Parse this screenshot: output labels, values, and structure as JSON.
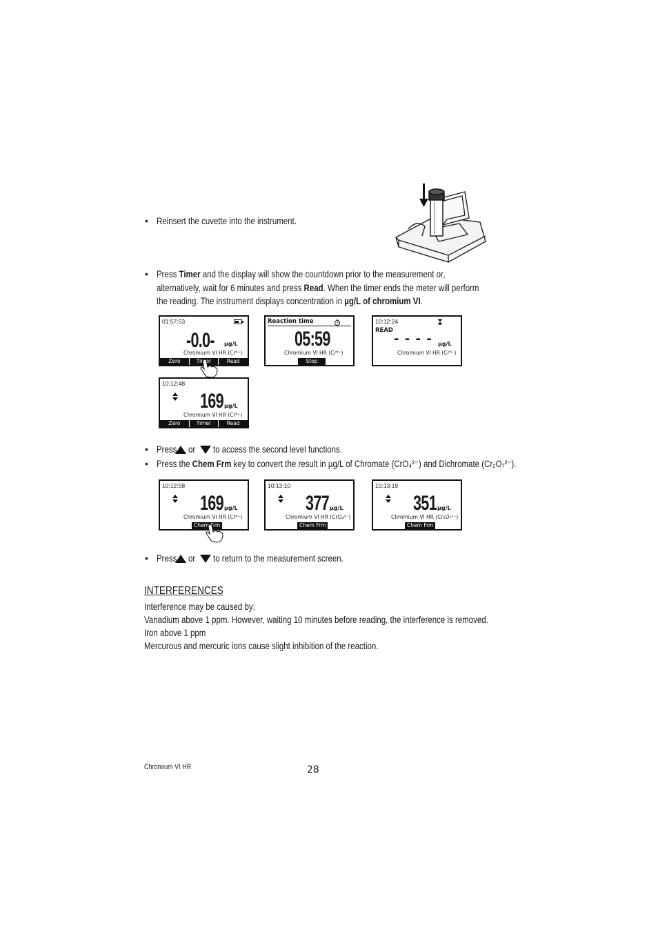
{
  "step1": {
    "bullet": "•",
    "text": "Reinsert the cuvette into the instrument."
  },
  "step2": {
    "bullet": "•",
    "parts": [
      "Press ",
      "Timer",
      " and the display will show the countdown prior to the measurement or, alternatively, wait for 6 minutes and press ",
      "Read",
      ". When the timer ends the meter will perform the reading. The instrument displays concentration in ",
      "µg/L of chromium VI",
      "."
    ]
  },
  "screens": {
    "s1": {
      "time": "01:57:53",
      "value": "-0.0-",
      "unit": "µg/L",
      "method": "Chromium VI HR (Cr⁶⁺)",
      "keys": [
        "Zero",
        "Timer",
        "Read"
      ]
    },
    "s2": {
      "title": "Reaction time",
      "value": "05:59",
      "method": "Chromium VI HR (Cr⁶⁺)",
      "key": "Stop"
    },
    "s3": {
      "time": "10:12:24",
      "status": "READ",
      "value": "- - - -",
      "unit": "µg/L",
      "method": "Chromium VI HR (Cr⁶⁺)"
    },
    "s4": {
      "time": "10:12:48",
      "value": "169",
      "unit": "µg/L",
      "method": "Chromium VI HR (Cr⁶⁺)",
      "keys": [
        "Zero",
        "Timer",
        "Read"
      ]
    },
    "s5": {
      "time": "10:12:58",
      "value": "169",
      "unit": "µg/L",
      "method": "Chromium VI HR (Cr⁶⁺)",
      "key": "Chem Frm"
    },
    "s6": {
      "time": "10:13:10",
      "value": "377",
      "unit": "µg/L",
      "method": "Chromium VI HR (CrO₄²⁻)",
      "key": "Chem Frm"
    },
    "s7": {
      "time": "10:13:19",
      "value": "351",
      "unit": "µg/L",
      "method": "Chromium VI HR (Cr₂O₇²⁻)",
      "key": "Chem Frm"
    }
  },
  "step3": {
    "bullet": "•",
    "pre": "Press",
    "or": "or",
    "post": "to access the second level functions."
  },
  "step4": {
    "bullet": "•",
    "pre": "Press the ",
    "key": "Chem Frm",
    "post": " key to convert the result in µg/L of Chromate (CrO₄²⁻) and Dichromate (Cr₂O₇²⁻)."
  },
  "step5": {
    "bullet": "•",
    "pre": "Press",
    "or": "or",
    "post": "to return to the measurement screen."
  },
  "interferences": {
    "heading": "INTERFERENCES",
    "lines": [
      "Interference may be caused by:",
      "Vanadium above 1 ppm. However, waiting 10 minutes before reading, the interference is removed.",
      "Iron above 1 ppm",
      "Mercurous and mercuric ions cause slight inhibition of the reaction."
    ]
  },
  "footer": {
    "method": "Chromium VI HR",
    "page": "28"
  }
}
